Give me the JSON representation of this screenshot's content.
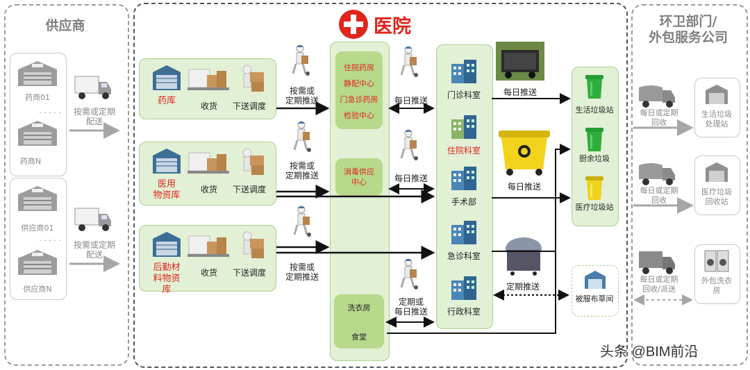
{
  "suppliers": {
    "title": "供应商",
    "pharma1": "药商01",
    "pharmaN": "药商N",
    "supplier1": "供应商01",
    "supplierN": "供应商N",
    "dots": "· · · · ·",
    "delivery_label_1": "按需或定期\n配送",
    "delivery_label_2": "按需或定期\n配送"
  },
  "hospital": {
    "title": "医院",
    "warehouses": [
      {
        "name": "药库",
        "receive": "收货",
        "dispatch": "下送调度"
      },
      {
        "name": "医用\n物资库",
        "receive": "收货",
        "dispatch": "下送调度"
      },
      {
        "name": "后勤材\n料物资\n库",
        "receive": "收货",
        "dispatch": "下送调度"
      }
    ],
    "push_labels": [
      "按需或\n定期推送",
      "按需或\n定期推送",
      "按需或\n定期推送"
    ],
    "center_top": [
      "住院药房",
      "静配中心",
      "门急诊药房",
      "检验中心"
    ],
    "center_mid": "消毒供应\n中心",
    "center_bottom": [
      "洗衣房",
      "食堂"
    ],
    "daily_labels": [
      "每日推送",
      "每日推送",
      "定期或\n每日推送"
    ],
    "depts": [
      "门诊科室",
      "住院科室",
      "手术部",
      "急诊科室",
      "行政科室"
    ],
    "waste_labels": [
      "每日推送",
      "每日推送",
      "定期推送"
    ],
    "stations": [
      "生活垃圾站",
      "厨余垃圾",
      "医疗垃圾站"
    ],
    "linen": "被服布草间"
  },
  "sanitation": {
    "title": "环卫部门/\n外包服务公司",
    "rows": [
      {
        "action": "每日或定期\n回收",
        "target": "生活垃圾\n处理站"
      },
      {
        "action": "每日或定期\n回收",
        "target": "医疗垃圾\n回收站"
      },
      {
        "action": "每日或定期\n回收/派送",
        "target": "外包洗衣\n房"
      }
    ]
  },
  "watermark": "头条 @BIM前沿",
  "colors": {
    "green_light": "#e2f0d5",
    "green": "#a8d08d",
    "red": "#e0251b",
    "bin_green": "#2fae3b",
    "bin_yellow": "#f0d21a"
  }
}
